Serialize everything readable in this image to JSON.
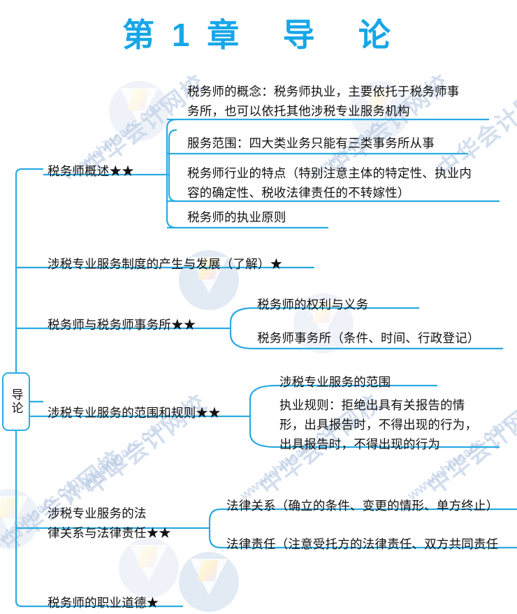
{
  "page": {
    "title": "第 1 章   导   论",
    "title_color": "#16a6e8",
    "line_color": "#29abe2",
    "background": "#ffffff"
  },
  "watermark": {
    "brand_cn": "中华会计网校",
    "brand_url": "www.chinaacc.com",
    "color": "#b9cbe4",
    "logo_name": "chinaacc-logo"
  },
  "mindmap": {
    "root": {
      "label": "导论",
      "orientation": "vertical"
    },
    "branches": [
      {
        "id": "branch-1",
        "label": "税务师概述★★",
        "children": [
          {
            "id": "b1-c1",
            "text": "税务师的概念：税务师执业，主要依托于税务师事\n务所，也可以依托其他涉税专业服务机构"
          },
          {
            "id": "b1-c2",
            "text": "服务范围：四大类业务只能有三类事务所从事"
          },
          {
            "id": "b1-c3",
            "text": "税务师行业的特点（特别注意主体的特定性、执业内\n容的确定性、税收法律责任的不转嫁性）"
          },
          {
            "id": "b1-c4",
            "text": "税务师的执业原则"
          }
        ]
      },
      {
        "id": "branch-2",
        "label": "涉税专业服务制度的产生与发展（了解）★",
        "children": []
      },
      {
        "id": "branch-3",
        "label": "税务师与税务师事务所★★",
        "children": [
          {
            "id": "b3-c1",
            "text": "税务师的权利与义务"
          },
          {
            "id": "b3-c2",
            "text": "税务师事务所（条件、时间、行政登记）"
          }
        ]
      },
      {
        "id": "branch-4",
        "label": "涉税专业服务的范围和规则★★",
        "children": [
          {
            "id": "b4-c1",
            "text": "涉税专业服务的范围"
          },
          {
            "id": "b4-c2",
            "text": "执业规则：拒绝出具有关报告的情\n形，出具报告时，不得出现的行为，\n出具报告时，不得出现的行为"
          }
        ]
      },
      {
        "id": "branch-5",
        "label": "涉税专业服务的法\n律关系与法律责任★★",
        "children": [
          {
            "id": "b5-c1",
            "text": "法律关系（确立的条件、变更的情形、单方终止）"
          },
          {
            "id": "b5-c2",
            "text": "法律责任（注意受托方的法律责任、双方共同责任"
          }
        ]
      },
      {
        "id": "branch-6",
        "label": "税务师的职业道德★",
        "children": []
      }
    ]
  }
}
